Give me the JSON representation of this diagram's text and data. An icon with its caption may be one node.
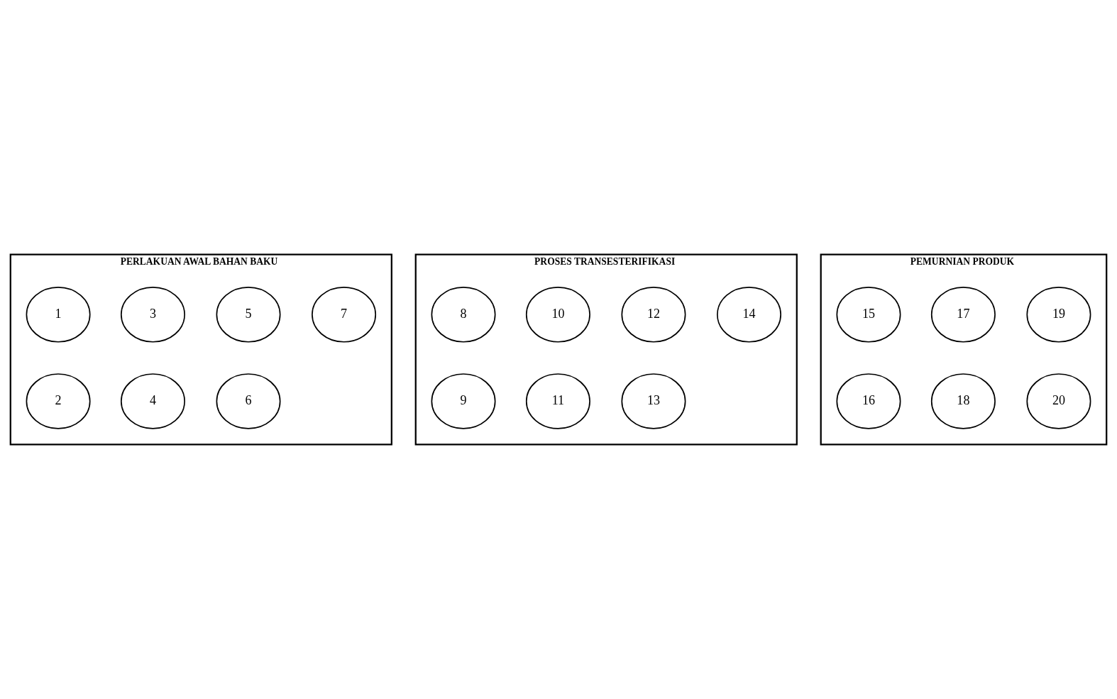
{
  "diagram": {
    "nodes": [
      {
        "text": [
          "PERLAKUAN AWAL BAHAN BAKU"
        ]
      },
      {
        "text": [
          "1"
        ],
        "in": 0
      },
      {
        "text": [
          "2"
        ],
        "in": 0
      },
      {
        "text": [
          "3"
        ],
        "in": 0
      },
      {
        "text": [
          "4"
        ],
        "in": 0
      },
      {
        "text": [
          "5"
        ],
        "in": 0
      },
      {
        "text": [
          "6"
        ],
        "in": 0
      },
      {
        "text": [
          "7"
        ],
        "in": 0
      },
      {
        "text": [
          "PROSES TRANSESTERIFIKASI"
        ]
      },
      {
        "text": [
          "8"
        ],
        "in": 8
      },
      {
        "text": [
          "9"
        ],
        "in": 8
      },
      {
        "text": [
          "10"
        ],
        "in": 8
      },
      {
        "text": [
          "11"
        ],
        "in": 8
      },
      {
        "text": [
          "12"
        ],
        "in": 8
      },
      {
        "text": [
          "13"
        ],
        "in": 8
      },
      {
        "text": [
          "14"
        ],
        "in": 8
      },
      {
        "text": [
          "PEMURNIAN PRODUK"
        ]
      },
      {
        "text": [
          "15"
        ],
        "in": 16
      },
      {
        "text": [
          "16"
        ],
        "in": 16
      },
      {
        "text": [
          "17"
        ],
        "in": 16
      },
      {
        "text": [
          "18"
        ],
        "in": 16
      },
      {
        "text": [
          "19"
        ],
        "in": 16
      },
      {
        "text": [
          "20"
        ],
        "in": 16
      }
    ],
    "edges": []
  }
}
